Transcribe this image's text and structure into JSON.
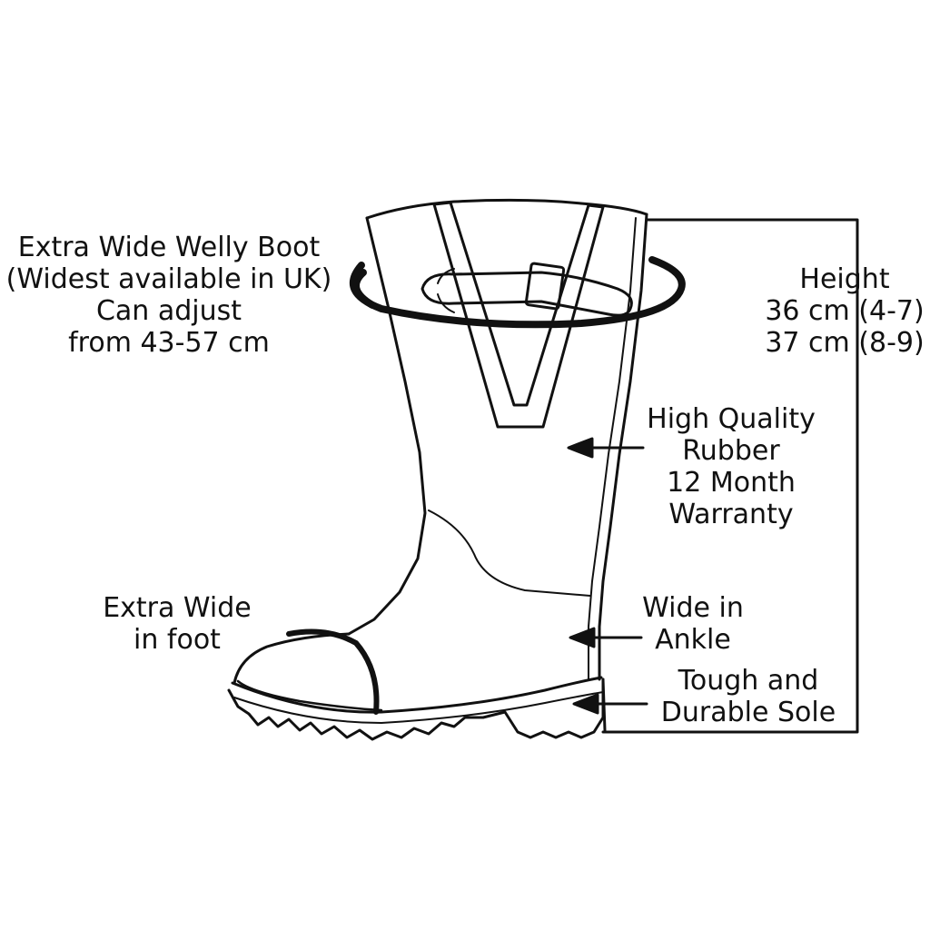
{
  "labels": {
    "wide_boot": [
      "Extra Wide Welly Boot",
      "(Widest available in UK)",
      "Can adjust",
      "from  43-57 cm"
    ],
    "height": [
      "Height",
      "36 cm (4-7)",
      "37 cm (8-9)"
    ],
    "rubber": [
      "High Quality",
      "Rubber",
      "12 Month",
      "Warranty"
    ],
    "foot": [
      "Extra Wide",
      "in foot"
    ],
    "ankle": [
      "Wide in",
      "Ankle"
    ],
    "sole": [
      "Tough and",
      "Durable Sole"
    ]
  }
}
